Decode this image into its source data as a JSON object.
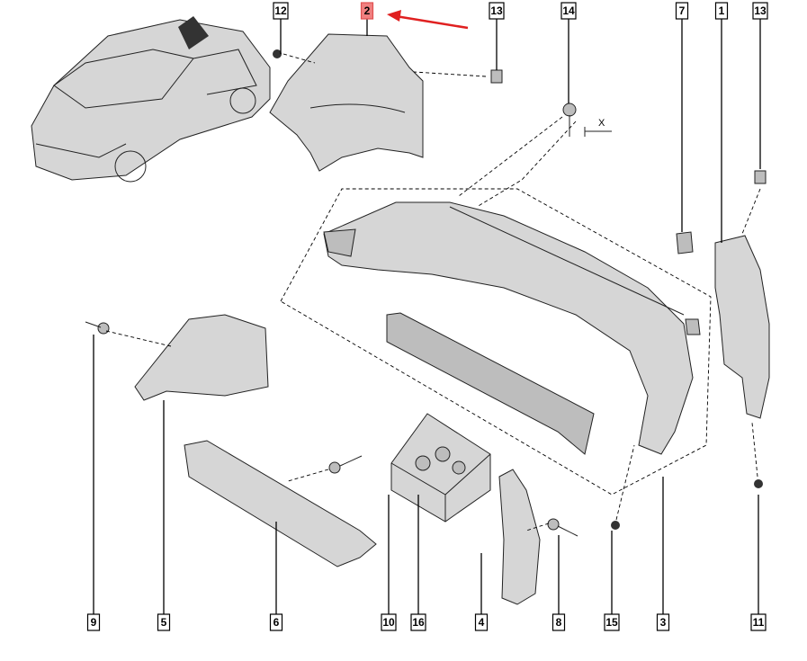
{
  "diagram": {
    "highlighted_part": "2",
    "dimension_label": "X",
    "top_labels": [
      "12",
      "2",
      "13",
      "14",
      "7",
      "1",
      "13"
    ],
    "bottom_labels": [
      "9",
      "5",
      "6",
      "10",
      "16",
      "4",
      "8",
      "15",
      "3",
      "11"
    ],
    "colors": {
      "highlight": "#f08080",
      "arrow": "#e02020"
    }
  }
}
